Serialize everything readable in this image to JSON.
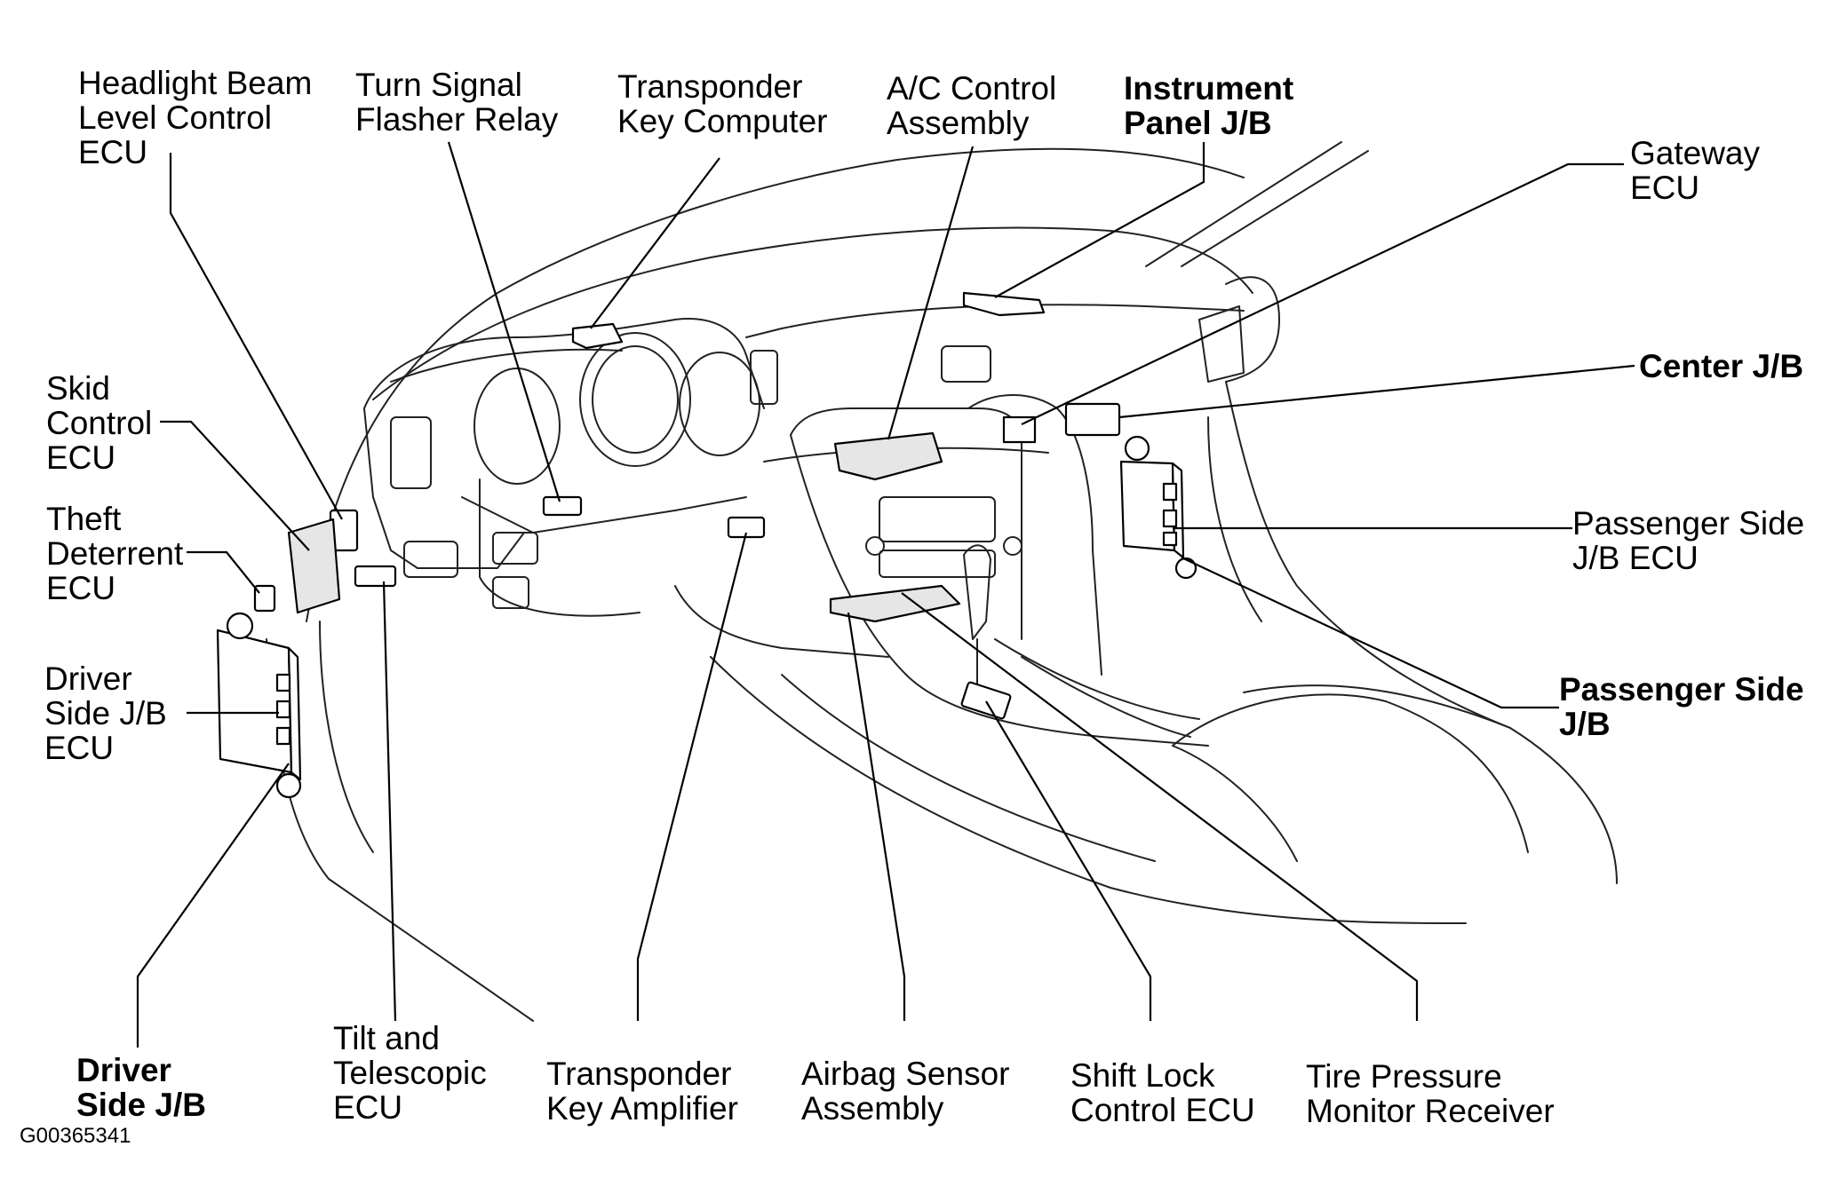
{
  "labels": {
    "headlight_beam": "Headlight Beam\nLevel Control\nECU",
    "turn_signal": "Turn Signal\nFlasher Relay",
    "transponder_key_computer": "Transponder\nKey Computer",
    "ac_control": "A/C Control\nAssembly",
    "instrument_panel_jb": "Instrument\nPanel J/B",
    "gateway_ecu": "Gateway\nECU",
    "skid_control": "Skid\nControl\nECU",
    "center_jb": "Center J/B",
    "theft_deterrent": "Theft\nDeterrent\nECU",
    "passenger_side_jb_ecu": "Passenger Side\nJ/B ECU",
    "driver_side_jb_ecu": "Driver\nSide J/B\nECU",
    "passenger_side_jb": "Passenger Side\nJ/B",
    "driver_side_jb": "Driver\nSide J/B",
    "tilt_telescopic": "Tilt and\nTelescopic\nECU",
    "transponder_key_amplifier": "Transponder\nKey Amplifier",
    "airbag_sensor": "Airbag Sensor\nAssembly",
    "shift_lock": "Shift Lock\nControl ECU",
    "tire_pressure": "Tire Pressure\nMonitor Receiver"
  },
  "figure_code": "G00365341"
}
